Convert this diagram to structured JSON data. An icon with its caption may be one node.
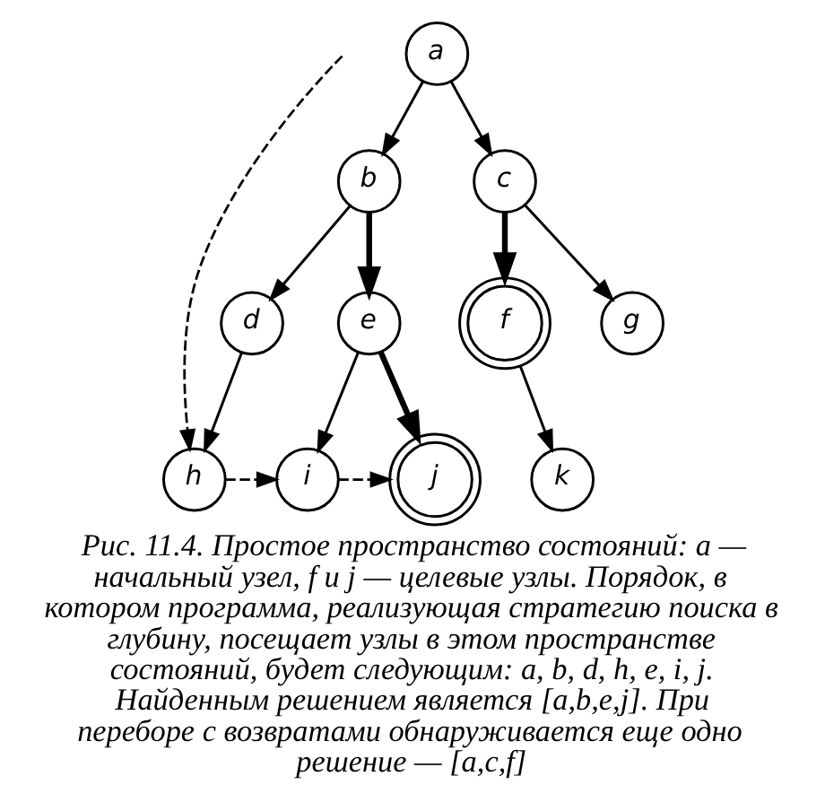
{
  "diagram": {
    "caption": "Рис. 11.4. Простое пространство состояний: a — начальный узел, f и j — целевые узлы. Порядок, в котором программа, реализующая стратегию поиска в глубину, посещает узлы в этом пространстве состояний, будет следующим: a, b, d, h, e, i, j. Найденным решением является [a,b,e,j]. При переборе с возвратами обнаруживается еще одно решение — [a,c,f]",
    "nodes": [
      {
        "text": [
          "a"
        ]
      },
      {
        "text": [
          "b"
        ]
      },
      {
        "text": [
          "c"
        ]
      },
      {
        "text": [
          "d"
        ]
      },
      {
        "text": [
          "e"
        ]
      },
      {
        "text": [
          "f"
        ]
      },
      {
        "text": [
          "g"
        ]
      },
      {
        "text": [
          "h"
        ]
      },
      {
        "text": [
          "i"
        ]
      },
      {
        "text": [
          "j"
        ]
      },
      {
        "text": [
          "k"
        ]
      }
    ],
    "edges": [
      {
        "from": 0,
        "to": 1,
        "arrow": "to"
      },
      {
        "from": 0,
        "to": 2,
        "arrow": "to"
      },
      {
        "from": 1,
        "to": 3,
        "arrow": "to"
      },
      {
        "from": 1,
        "to": 4,
        "arrow": "to",
        "style": "thick"
      },
      {
        "from": 2,
        "to": 5,
        "arrow": "to",
        "style": "thick"
      },
      {
        "from": 2,
        "to": 6,
        "arrow": "to"
      },
      {
        "from": 3,
        "to": 7,
        "arrow": "to"
      },
      {
        "from": 4,
        "to": 8,
        "arrow": "to"
      },
      {
        "from": 4,
        "to": 9,
        "arrow": "to",
        "style": "thick"
      },
      {
        "from": 5,
        "to": 10,
        "arrow": "to"
      },
      {
        "from": null,
        "to": 7,
        "arrow": "to",
        "style": "dashed"
      },
      {
        "from": 7,
        "to": 8,
        "arrow": "to",
        "style": "dashed"
      },
      {
        "from": 8,
        "to": 9,
        "arrow": "to",
        "style": "dashed"
      }
    ]
  }
}
